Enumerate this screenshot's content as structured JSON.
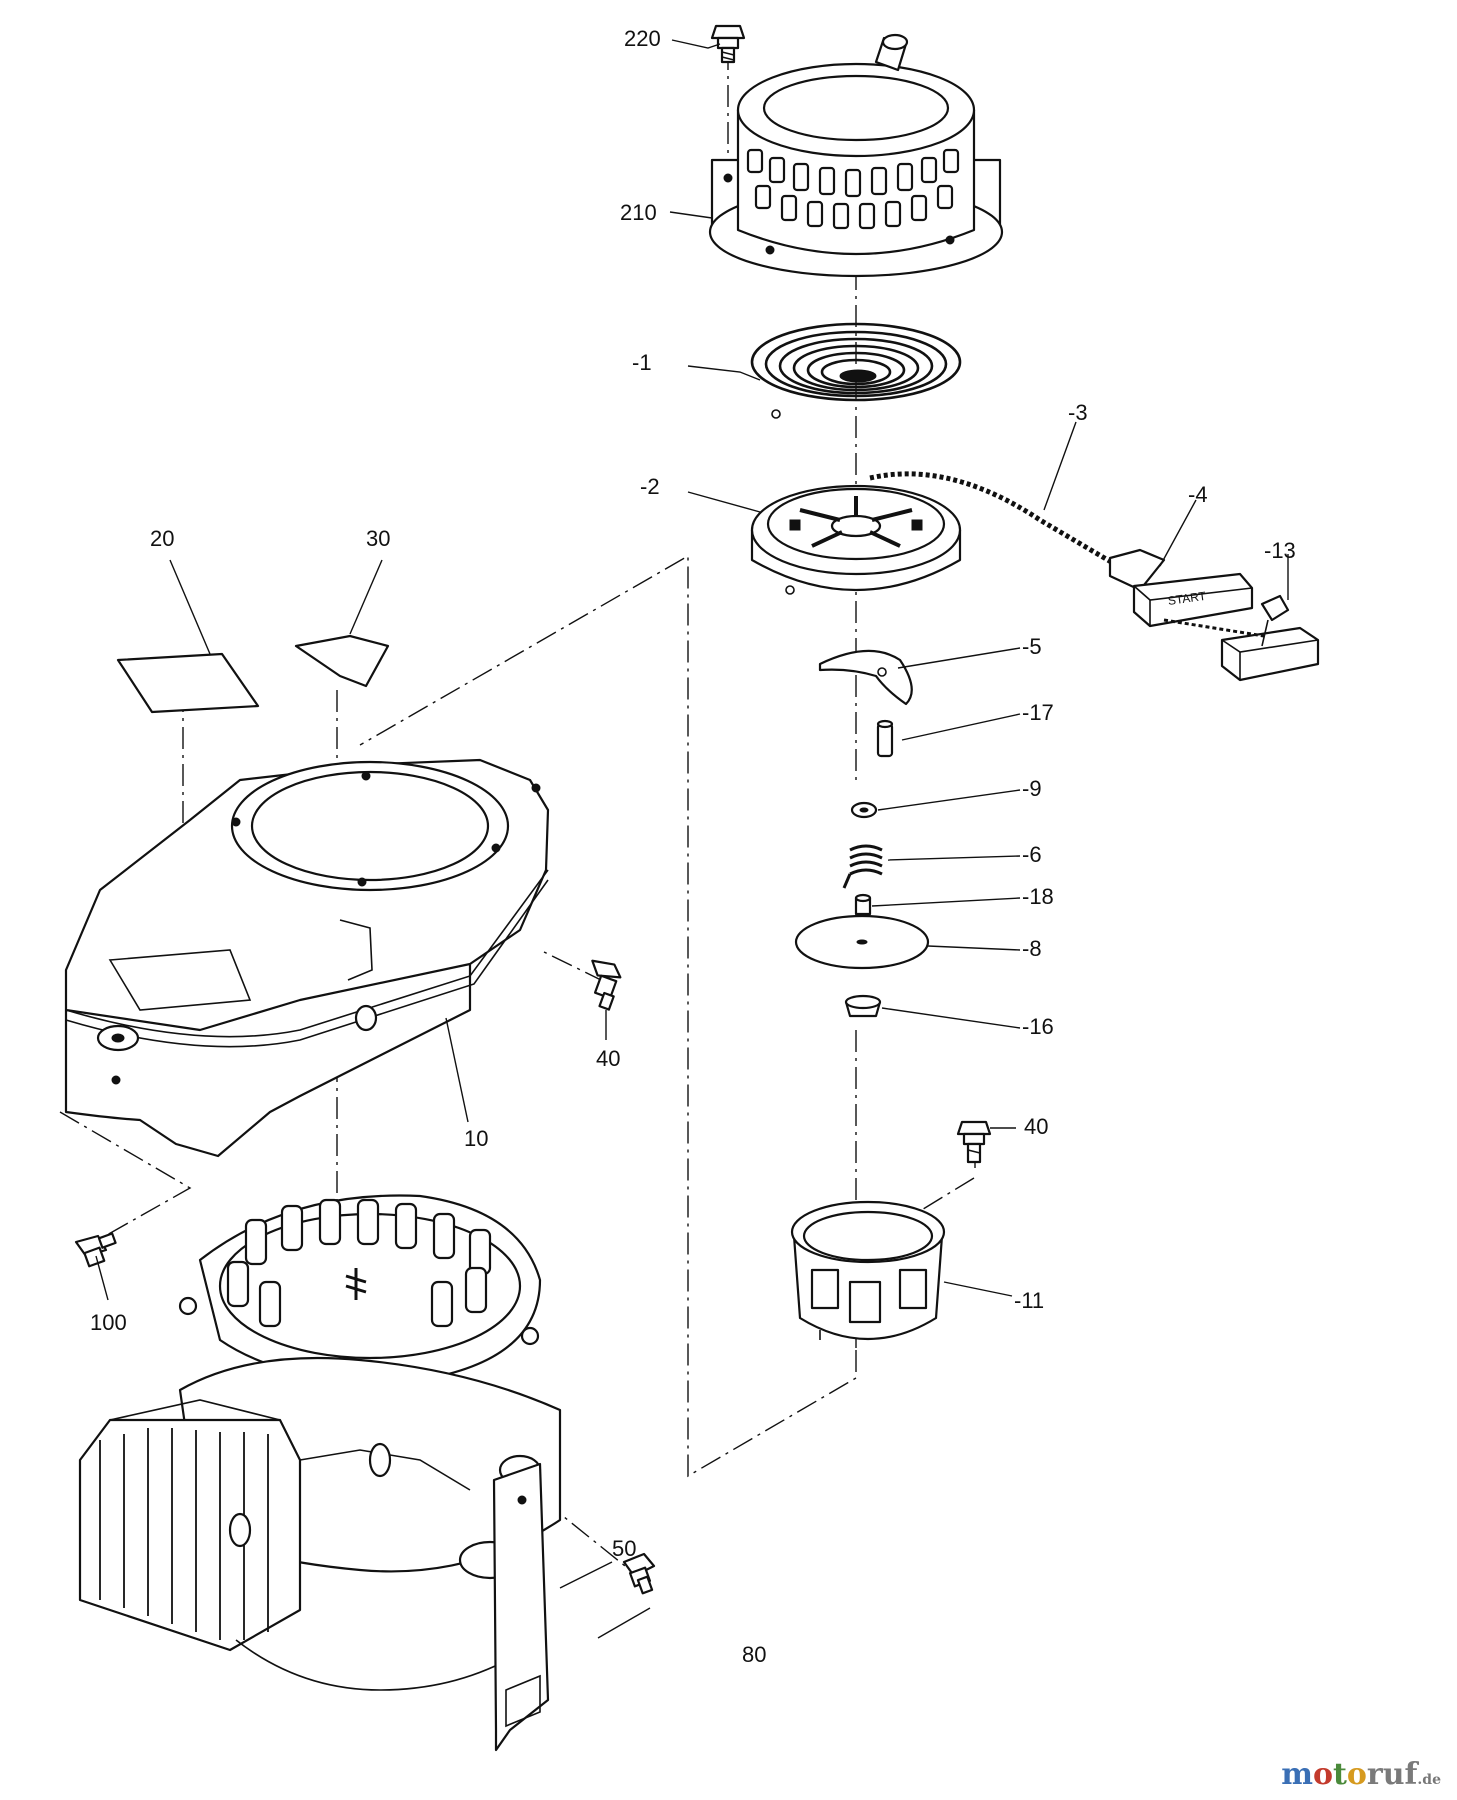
{
  "labels": {
    "p220": "220",
    "p210": "210",
    "p1": "-1",
    "p2": "-2",
    "p3": "-3",
    "p4": "-4",
    "p13": "-13",
    "p5": "-5",
    "p17": "-17",
    "p9": "-9",
    "p6": "-6",
    "p18": "-18",
    "p8": "-8",
    "p16": "-16",
    "p40a": "40",
    "p11": "-11",
    "p20": "20",
    "p30": "30",
    "p10": "10",
    "p40b": "40",
    "p100": "100",
    "p50": "50",
    "p80": "80"
  },
  "handle_text": "START",
  "watermark": {
    "m": "m",
    "o1": "o",
    "t": "t",
    "o2": "o",
    "r": "r",
    "u": "u",
    "f": "f",
    "de": ".de"
  },
  "icons": [
    "bolt-icon",
    "spring-icon",
    "pulley-icon",
    "handle-icon"
  ]
}
